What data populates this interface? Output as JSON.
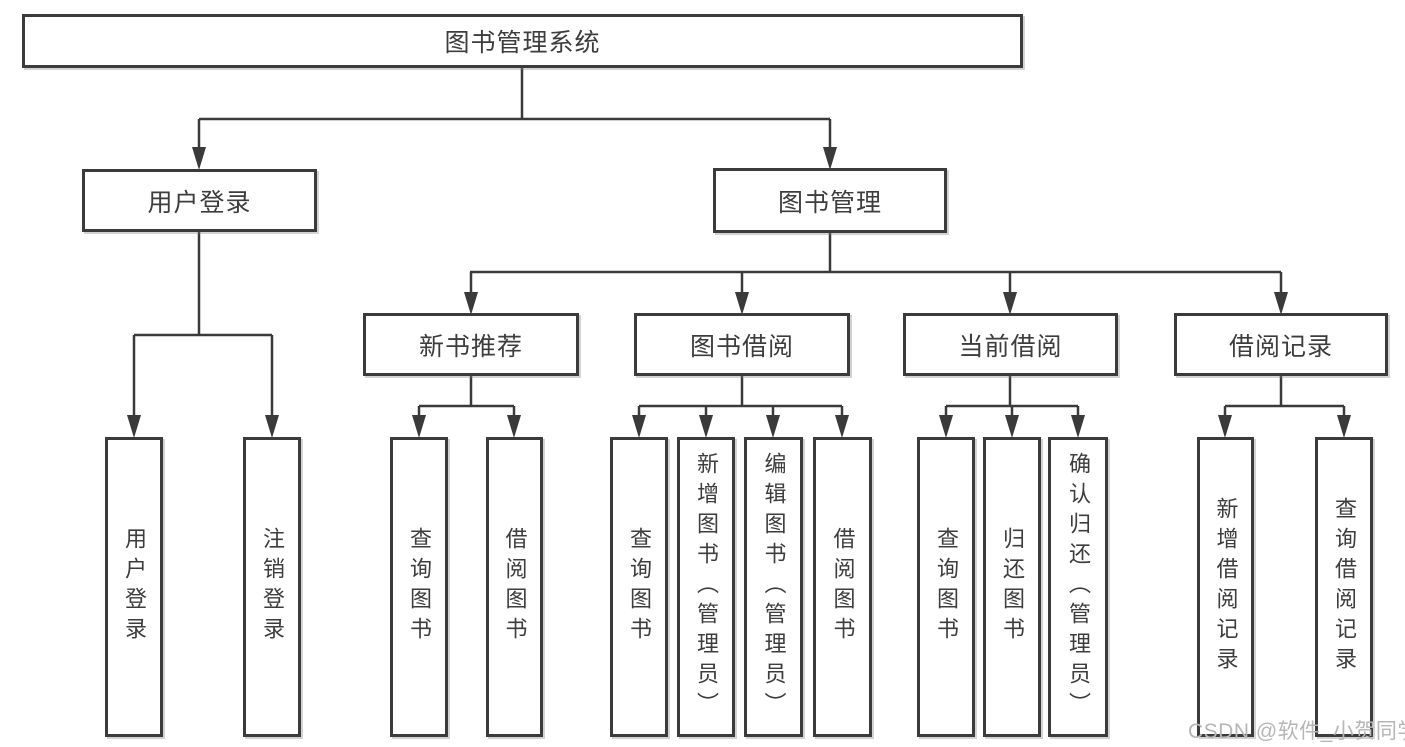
{
  "colors": {
    "line": "#3a3a3a",
    "border": "#3b3b3b",
    "text": "#3d3d3d",
    "box_bg": "#ffffff",
    "watermark": "#b6b6b6"
  },
  "tree": {
    "label": "图书管理系统",
    "children": [
      {
        "label": "用户登录",
        "leaves": [
          "用户登录",
          "注销登录"
        ]
      },
      {
        "label": "图书管理",
        "groups": [
          {
            "label": "新书推荐",
            "leaves": [
              "查询图书",
              "借阅图书"
            ]
          },
          {
            "label": "图书借阅",
            "leaves": [
              "查询图书",
              "新增图书（管理员）",
              "编辑图书（管理员）",
              "借阅图书"
            ]
          },
          {
            "label": "当前借阅",
            "leaves": [
              "查询图书",
              "归还图书",
              "确认归还（管理员）"
            ]
          },
          {
            "label": "借阅记录",
            "leaves": [
              "新增借阅记录",
              "查询借阅记录"
            ]
          }
        ]
      }
    ]
  },
  "watermark": "CSDN @软件_小贺同学"
}
